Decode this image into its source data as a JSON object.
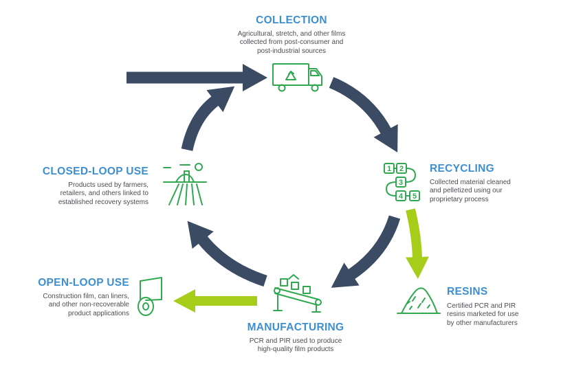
{
  "colors": {
    "arrow_navy": "#3b4b63",
    "arrow_lime": "#a5cd19",
    "icon_green": "#2fa84f",
    "stage_blue": "#3d8fd1",
    "text_gray": "#4a4d52"
  },
  "stages": {
    "collection": {
      "title": "COLLECTION",
      "lines": [
        "Agricultural, stretch, and other films",
        "collected from post-consumer and",
        "post-industrial sources"
      ],
      "icon": "recycling-truck-icon"
    },
    "recycling": {
      "title": "RECYCLING",
      "lines": [
        "Collected material cleaned",
        "and pelletized using our",
        "proprietary process"
      ],
      "icon": "process-steps-icon",
      "step_numbers": [
        "1",
        "2",
        "3",
        "4",
        "5"
      ]
    },
    "resins": {
      "title": "RESINS",
      "lines": [
        "Certified PCR and PIR",
        "resins marketed for use",
        "by other manufacturers"
      ],
      "icon": "resin-pile-icon"
    },
    "manufacturing": {
      "title": "MANUFACTURING",
      "lines": [
        "PCR and PIR used to produce",
        "high-quality film products"
      ],
      "icon": "conveyor-belt-icon"
    },
    "open_loop": {
      "title": "OPEN-LOOP USE",
      "lines": [
        "Construction film, can liners,",
        "and other non-recoverable",
        "product applications"
      ],
      "icon": "film-roll-icon"
    },
    "closed_loop": {
      "title": "CLOSED-LOOP USE",
      "lines": [
        "Products used by farmers,",
        "retailers, and others linked to",
        "established recovery systems"
      ],
      "icon": "farm-field-icon"
    }
  }
}
